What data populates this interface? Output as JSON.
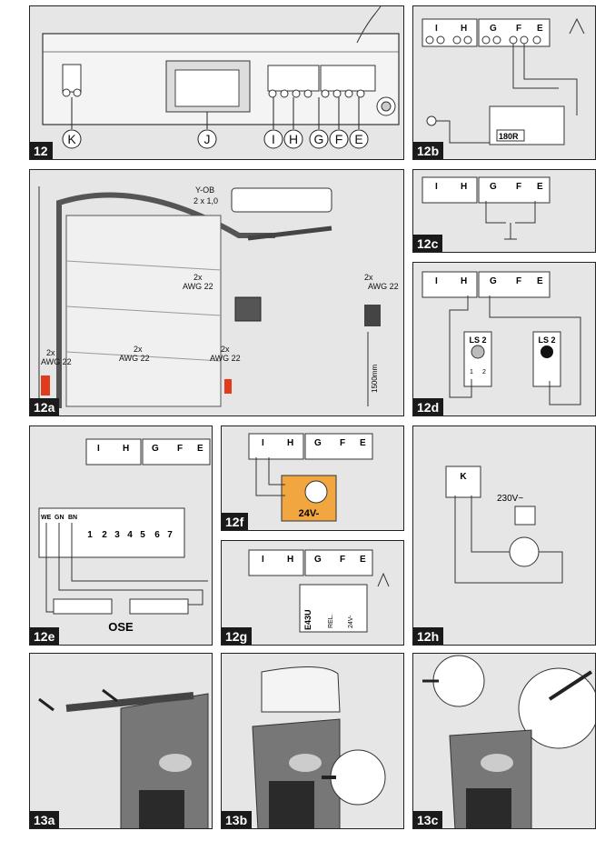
{
  "panels": {
    "p12": {
      "label": "12"
    },
    "p12a": {
      "label": "12a"
    },
    "p12b": {
      "label": "12b"
    },
    "p12c": {
      "label": "12c"
    },
    "p12d": {
      "label": "12d"
    },
    "p12e": {
      "label": "12e"
    },
    "p12f": {
      "label": "12f"
    },
    "p12g": {
      "label": "12g"
    },
    "p12h": {
      "label": "12h"
    },
    "p13a": {
      "label": "13a"
    },
    "p13b": {
      "label": "13b"
    },
    "p13c": {
      "label": "13c"
    }
  },
  "terminals": {
    "I": "I",
    "H": "H",
    "G": "G",
    "F": "F",
    "E": "E",
    "K": "K"
  },
  "callouts": {
    "K": "K",
    "J": "J",
    "I": "I",
    "H": "H",
    "G": "G",
    "F": "F",
    "E": "E"
  },
  "p12a": {
    "cable": "Y-OB",
    "cable_spec": "2 x 1,0",
    "wire_left_qty": "2x",
    "wire_left_gauge": "AWG 22",
    "wire_mid1_qty": "2x",
    "wire_mid1_gauge": "AWG 22",
    "wire_mid2_qty": "2x",
    "wire_mid2_gauge": "AWG 22",
    "wire_top_qty": "2x",
    "wire_top_gauge": "AWG 22",
    "wire_right_qty": "2x",
    "wire_right_gauge": "AWG 22",
    "height": "1500mm"
  },
  "p12b": {
    "relay": "180R"
  },
  "p12d": {
    "ls_left": "LS 2",
    "ls_right": "LS 2",
    "pin1": "1",
    "pin2": "2"
  },
  "p12e": {
    "we": "WE",
    "gn": "GN",
    "bn": "BN",
    "pins": [
      "1",
      "2",
      "3",
      "4",
      "5",
      "6",
      "7"
    ],
    "ose": "OSE"
  },
  "p12f": {
    "voltage": "24V-"
  },
  "p12g": {
    "module": "E43U",
    "rel": "REL.",
    "voltage": "24V-"
  },
  "p12h": {
    "mains": "230V~"
  }
}
